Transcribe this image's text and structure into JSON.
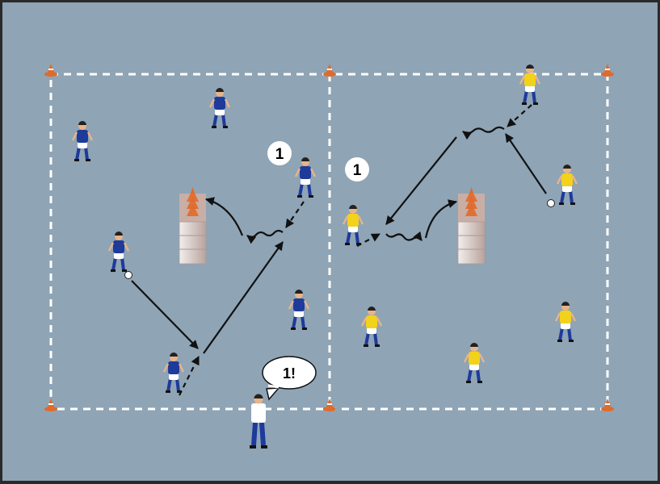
{
  "diagram": {
    "group_labels": [
      "1",
      "1"
    ],
    "coach_speech": "1!",
    "colors": {
      "pitch": "#8fa4b5",
      "team_blue": "#1e3a9a",
      "team_yellow": "#f2d21b",
      "cone": "#e06a2a",
      "arrow": "#111111",
      "line": "#ffffff"
    },
    "icons": [
      "cone-icon",
      "player-icon",
      "coach-icon",
      "goal-stack-icon",
      "ball-icon",
      "speech-bubble-icon"
    ]
  }
}
